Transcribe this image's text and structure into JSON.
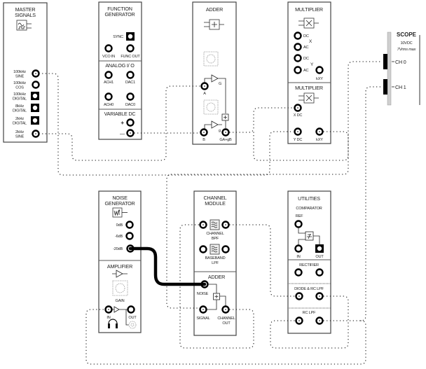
{
  "modules": {
    "master_signals": {
      "title": [
        "MASTER",
        "SIGNALS"
      ],
      "outputs": [
        {
          "label": [
            "100kHz",
            "SINE"
          ],
          "type": "round",
          "connected": true
        },
        {
          "label": [
            "100kHz",
            "COS"
          ],
          "type": "round",
          "connected": false
        },
        {
          "label": [
            "100kHz",
            "DIGITAL"
          ],
          "type": "square",
          "connected": false
        },
        {
          "label": [
            "8kHz",
            "DIGITAL"
          ],
          "type": "square",
          "connected": false
        },
        {
          "label": [
            "2kHz",
            "DIGITAL"
          ],
          "type": "square",
          "connected": false
        },
        {
          "label": [
            "2kHz",
            "SINE"
          ],
          "type": "round",
          "connected": true
        }
      ]
    },
    "function_generator": {
      "title": [
        "FUNCTION",
        "GENERATOR"
      ],
      "sync_label": "SYNC",
      "vco_in_label": "VCO IN",
      "func_out_label": "FUNC OUT",
      "analog_io_title": "ANALOG I/ O",
      "ach1_label": "ACH1",
      "dac1_label": "DAC1",
      "ach0_label": "ACH0",
      "dac0_label": "DAC0",
      "variable_dc_title": "VARIABLE DC",
      "plus_label": "+",
      "minus_label": "—"
    },
    "adder": {
      "title": "ADDER",
      "input_a_label": "A",
      "input_b_label": "B",
      "gain_big_label": "G",
      "gain_small_label": "g",
      "output_label": "GA+gB"
    },
    "multiplier_1": {
      "title": "MULTIPLIER",
      "x_label": "X",
      "y_label": "Y",
      "dc_label": "DC",
      "ac_label": "AC",
      "output_label": "kXY"
    },
    "multiplier_2": {
      "title": "MULTIPLIER",
      "x_dc_label": "X DC",
      "y_dc_label": "Y DC",
      "output_label": "kXY"
    },
    "scope": {
      "title": "SCOPE",
      "spec_line1": "10VDC",
      "spec_line2": "7Vrms max",
      "ch0_label": "CH 0",
      "ch1_label": "CH 1"
    },
    "noise_generator": {
      "title": [
        "NOISE",
        "GENERATOR"
      ],
      "outputs": [
        "0dB",
        "-6dB",
        "-20dB"
      ]
    },
    "amplifier": {
      "title": "AMPLIFIER",
      "gain_label": "GAIN",
      "in_label": "IN",
      "out_label": "OUT"
    },
    "channel_module": {
      "title": [
        "CHANNEL",
        "MODULE"
      ],
      "bpf_label": [
        "CHANNEL",
        "BPF"
      ],
      "lpf_label": [
        "BASEBAND",
        "LPF"
      ],
      "adder_title": "ADDER",
      "noise_label": "NOISE",
      "signal_label": "SIGNAL",
      "channel_out_label": [
        "CHANNEL",
        "OUT"
      ]
    },
    "utilities": {
      "title": "UTILITIES",
      "comparator_title": "COMPARATOR",
      "ref_label": "REF",
      "in_label": "IN",
      "out_label": "OUT",
      "rectifier_title": "RECTIFIER",
      "diode_lpf_title": "DIODE & RC LPF",
      "rc_lpf_title": "RC LPF"
    }
  },
  "connections": [
    {
      "from": "MASTER SIGNALS 100kHz SINE",
      "to": "MULTIPLIER Y DC",
      "style": "dotted"
    },
    {
      "from": "MASTER SIGNALS 2kHz SINE",
      "to": "ADDER A",
      "style": "dotted"
    },
    {
      "from": "VARIABLE DC -",
      "to": "ADDER B",
      "style": "dotted"
    },
    {
      "from": "ADDER GA+gB",
      "to": "MULTIPLIER X DC",
      "style": "dotted"
    },
    {
      "from": "ADDER GA+gB",
      "to": "SCOPE CH 0",
      "style": "dotted"
    },
    {
      "from": "MULTIPLIER kXY",
      "to": "CHANNEL MODULE SIGNAL",
      "style": "dotted"
    },
    {
      "from": "NOISE GENERATOR -20dB",
      "to": "CHANNEL MODULE NOISE",
      "style": "solid-cable"
    },
    {
      "from": "CHANNEL OUT",
      "to": "CHANNEL BPF IN",
      "style": "dotted"
    },
    {
      "from": "CHANNEL BPF OUT",
      "to": "DIODE & RC LPF IN",
      "style": "dotted"
    },
    {
      "from": "DIODE & RC LPF OUT",
      "to": "RC LPF IN",
      "style": "dotted"
    },
    {
      "from": "RC LPF OUT",
      "to": "SCOPE CH 1",
      "style": "dotted"
    },
    {
      "from": "RC LPF OUT",
      "to": "AMPLIFIER IN",
      "style": "dotted"
    }
  ]
}
